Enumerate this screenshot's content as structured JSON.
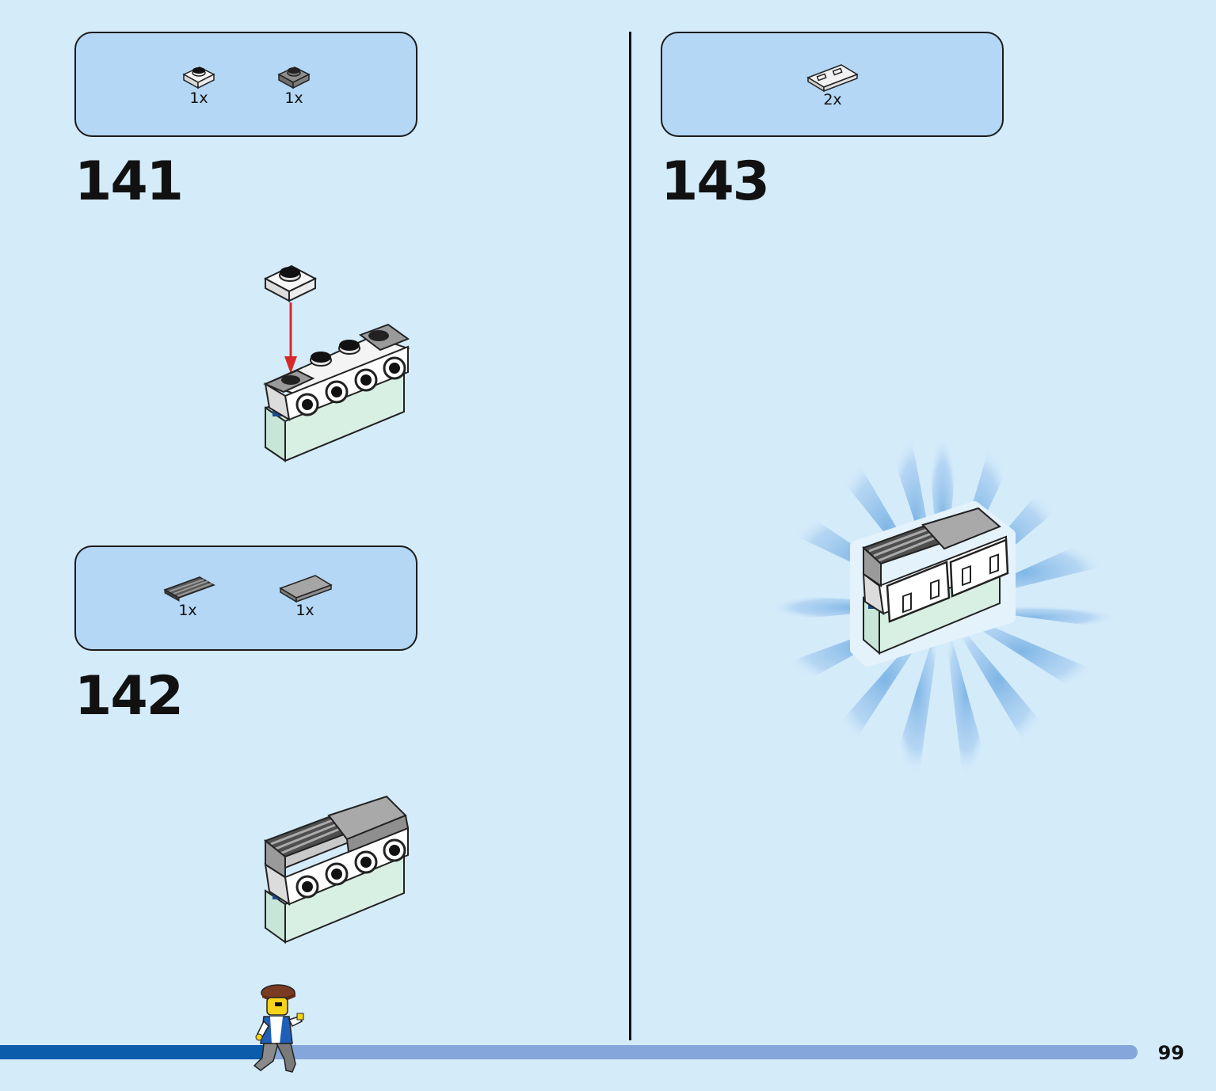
{
  "steps": [
    {
      "number": "141",
      "parts": [
        {
          "qty": "1x",
          "icon": "white-plate-1x1-icon"
        },
        {
          "qty": "1x",
          "icon": "dark-gray-plate-1x1-icon"
        }
      ]
    },
    {
      "number": "142",
      "parts": [
        {
          "qty": "1x",
          "icon": "dark-gray-grille-tile-icon"
        },
        {
          "qty": "1x",
          "icon": "gray-tile-1x2-icon"
        }
      ]
    },
    {
      "number": "143",
      "parts": [
        {
          "qty": "2x",
          "icon": "white-tile-with-clip-icon"
        }
      ]
    }
  ],
  "progress": {
    "fraction": 0.235
  },
  "page_number": "99",
  "colors": {
    "background": "#d4ebfa",
    "parts_box": "#b3d7f4",
    "progress_track": "#84a6da",
    "progress_fill": "#0b5cab",
    "arrow": "#d62a2a"
  }
}
